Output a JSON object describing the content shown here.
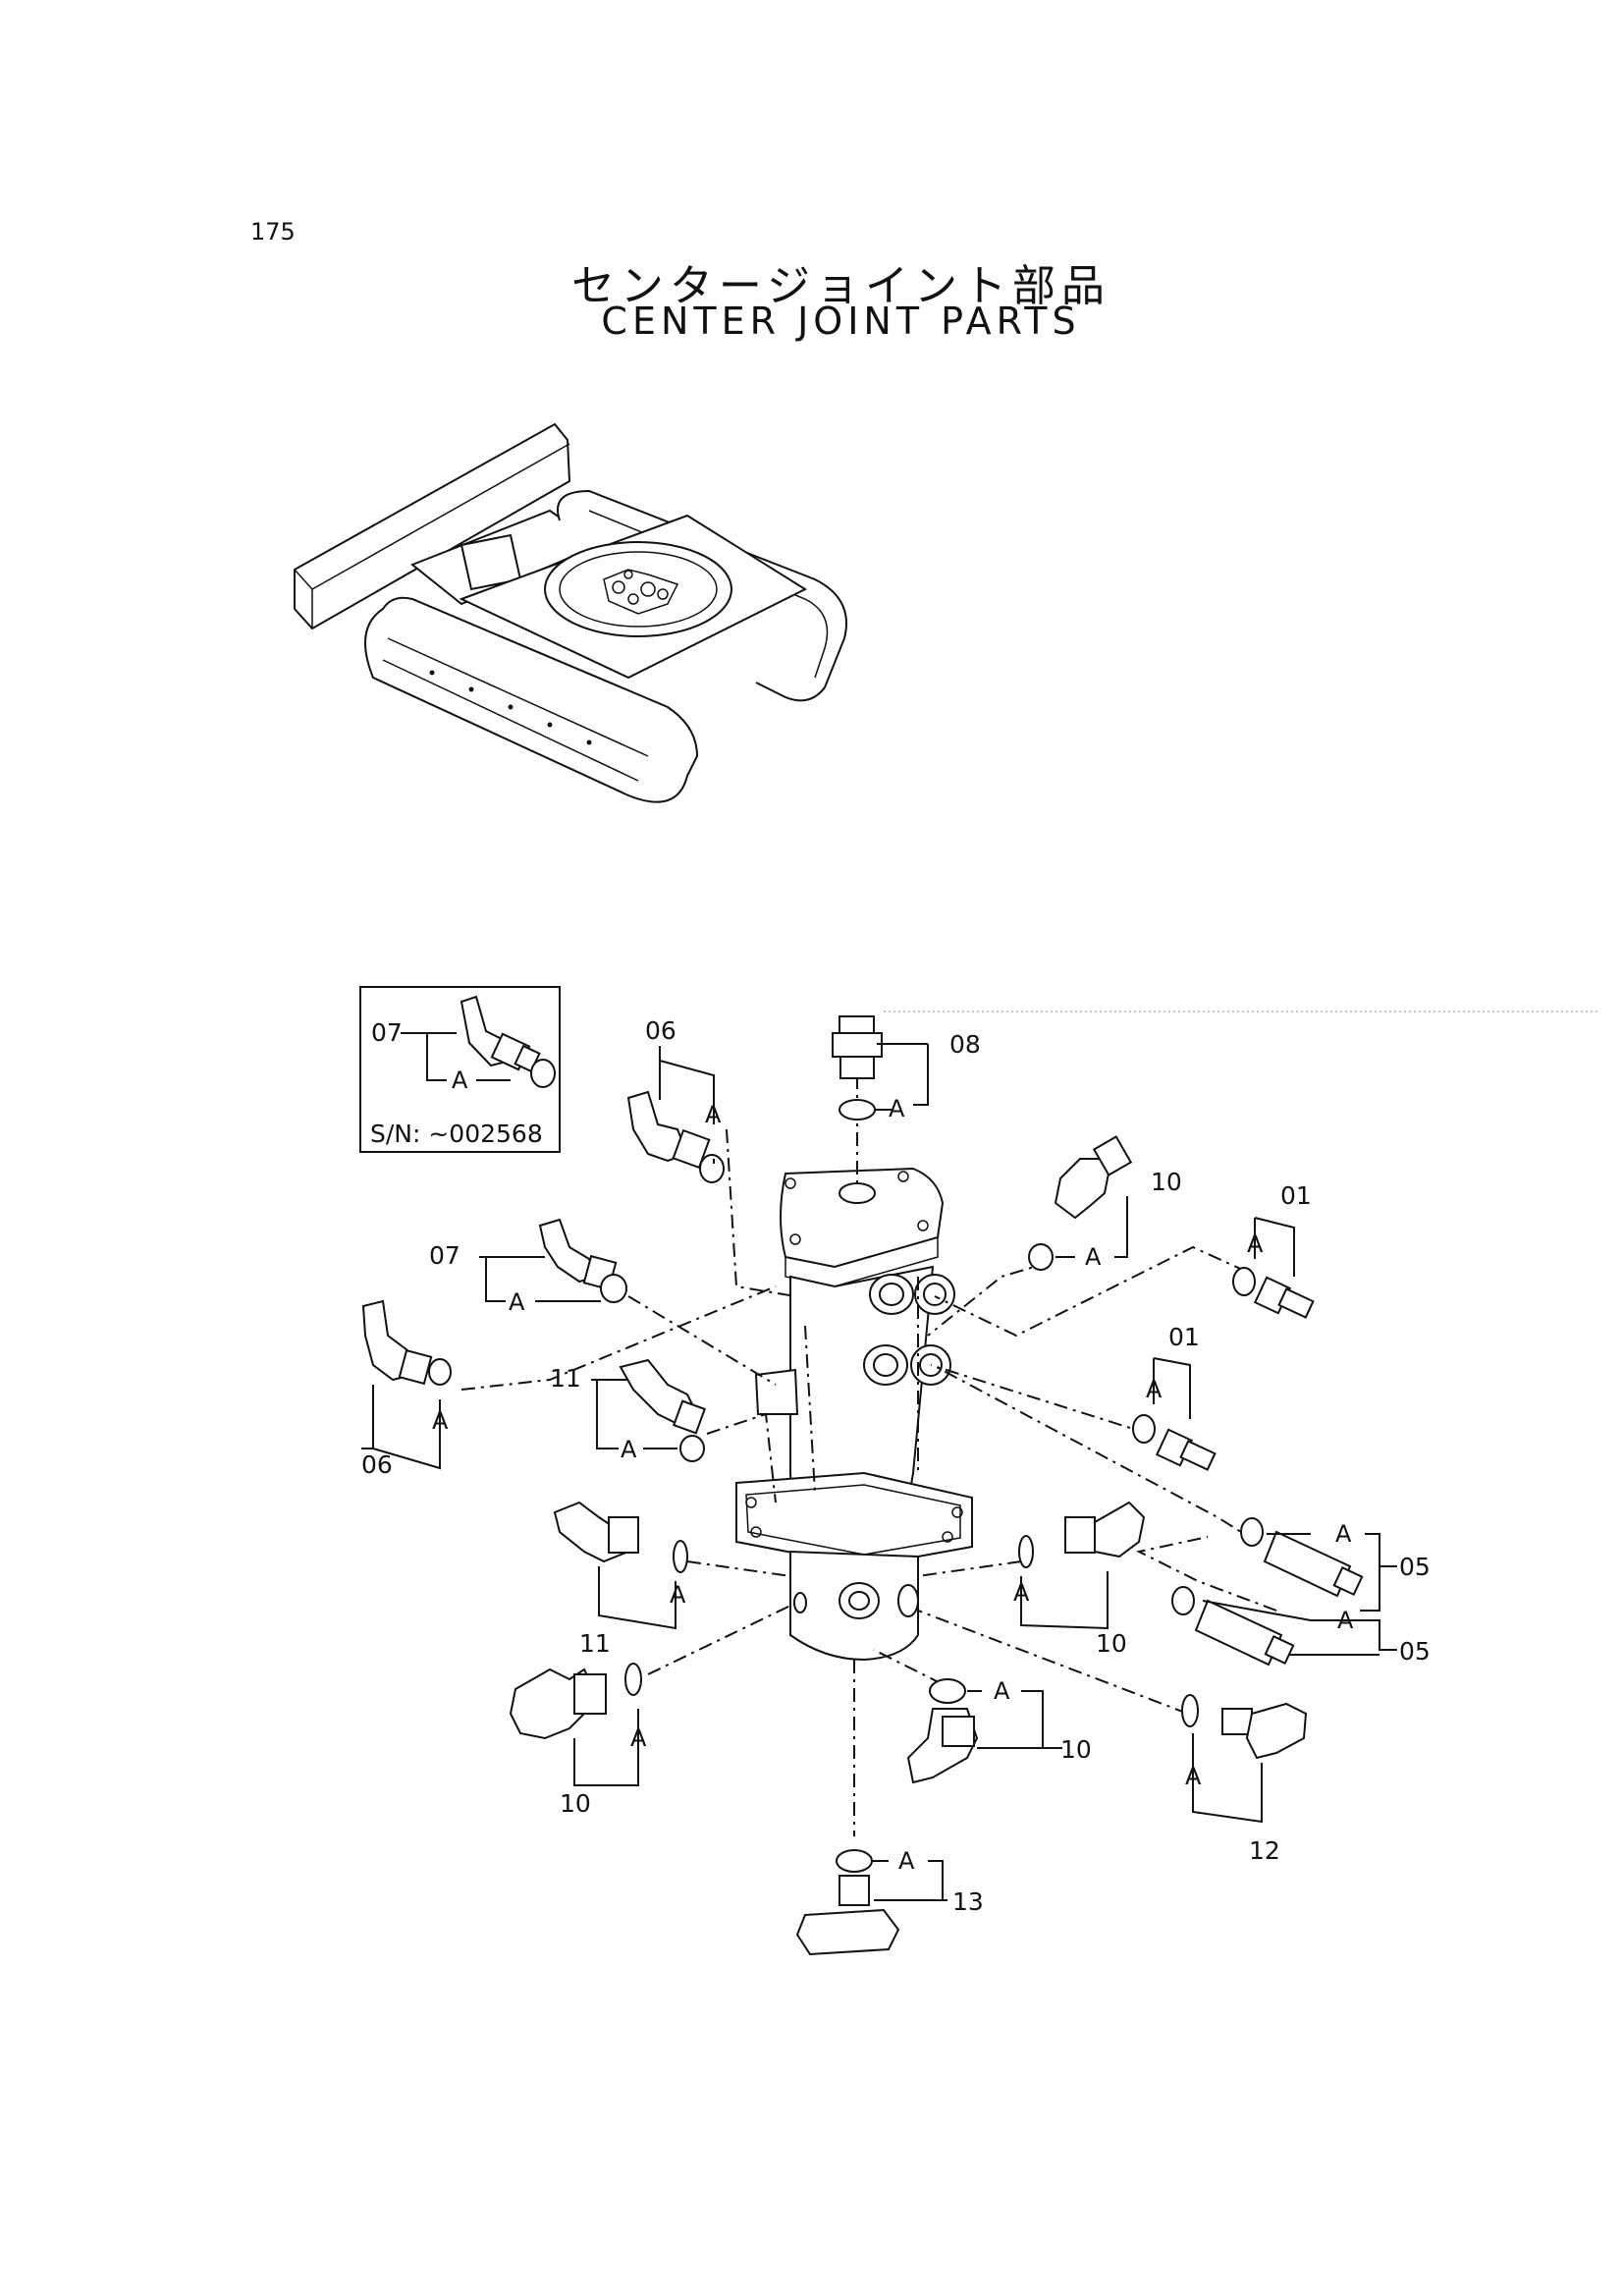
{
  "page_number": "175",
  "title_jp": "センタージョイント部品",
  "title_en": "CENTER JOINT PARTS",
  "inset": {
    "part_no": "07",
    "sub_label": "A",
    "serial": "S/N: ~002568"
  },
  "callouts": {
    "p01a": "01",
    "p01b": "01",
    "p05a": "05",
    "p05b": "05",
    "p06a": "06",
    "p06b": "06",
    "p07": "07",
    "p08": "08",
    "p10a": "10",
    "p10b": "10",
    "p10c": "10",
    "p10d": "10",
    "p11a": "11",
    "p11b": "11",
    "p12": "12",
    "p13": "13",
    "oring": "A"
  }
}
